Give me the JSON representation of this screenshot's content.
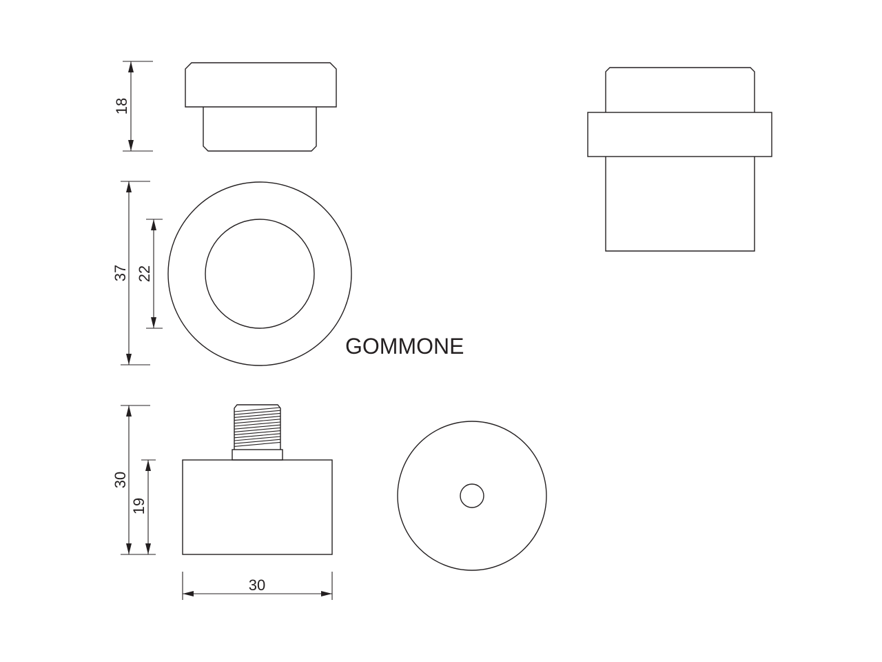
{
  "label": "GOMMONE",
  "dimensions": {
    "top_height": "18",
    "outer_diameter": "37",
    "inner_diameter": "22",
    "total_height": "30",
    "body_height": "19",
    "width": "30"
  }
}
